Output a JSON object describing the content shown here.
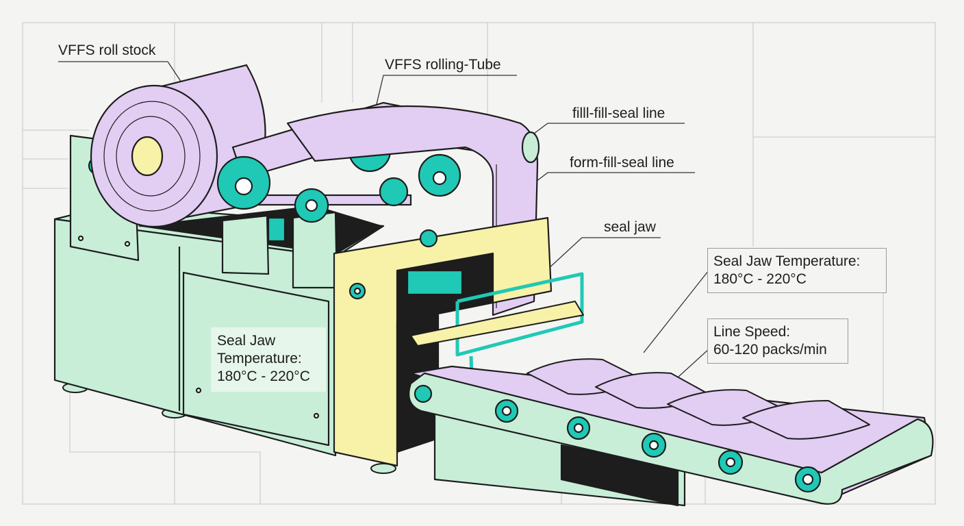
{
  "labels": {
    "roll_stock": "VFFS roll stock",
    "rolling_tube": "VFFS rolling-Tube",
    "filll_line": "filll-fill-seal line",
    "form_line": "form-fill-seal line",
    "seal_jaw": "seal jaw"
  },
  "callouts": {
    "temp_right": {
      "line1": "Seal Jaw Temperature:",
      "line2": "180°C - 220°C"
    },
    "speed": {
      "line1": "Line Speed:",
      "line2": "60-120 packs/min"
    },
    "temp_left": {
      "line1": "Seal Jaw",
      "line2": "Temperature:",
      "line3": "180°C - 220°C"
    }
  },
  "colors": {
    "mint": "#c8eed8",
    "lavender": "#e2cdf3",
    "teal": "#1fc9b5",
    "yellow": "#f8f1a8",
    "outline": "#1d1d1d",
    "background": "#f4f4f2"
  }
}
